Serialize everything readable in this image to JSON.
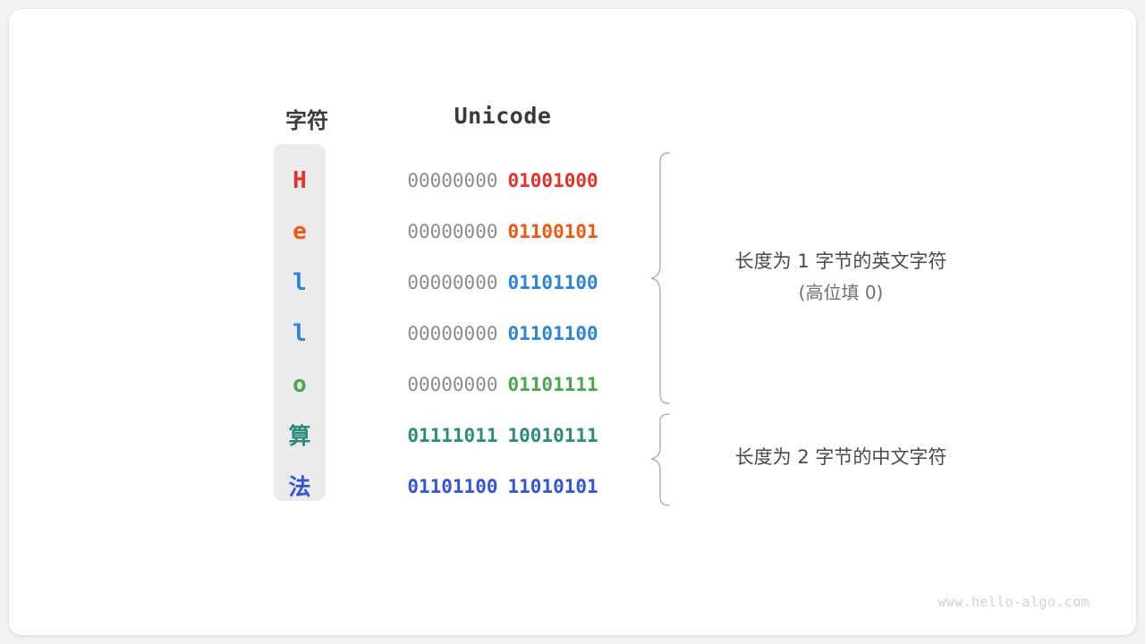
{
  "figure": {
    "headers": {
      "char": "字符",
      "unicode": "Unicode"
    },
    "watermark": "www.hello-algo.com",
    "colors": {
      "background": "#f2f2f2",
      "card": "#ffffff",
      "column_highlight": "#ebebeb",
      "high_byte": "#8c8c8c",
      "brace": "#b0b0b0",
      "header_text": "#3a3a3a",
      "annotation_text": "#4a4a4a",
      "watermark_text": "#d2d2d2"
    },
    "rows": [
      {
        "char": "H",
        "char_color": "#e8312a",
        "high_byte": "00000000",
        "low_byte": "01001000",
        "low_color": "#e8312a",
        "cjk": false
      },
      {
        "char": "e",
        "char_color": "#ec5a13",
        "high_byte": "00000000",
        "low_byte": "01100101",
        "low_color": "#ec5a13",
        "cjk": false
      },
      {
        "char": "l",
        "char_color": "#2e84d6",
        "high_byte": "00000000",
        "low_byte": "01101100",
        "low_color": "#2e84d6",
        "cjk": false
      },
      {
        "char": "l",
        "char_color": "#2e84d6",
        "high_byte": "00000000",
        "low_byte": "01101100",
        "low_color": "#2e84d6",
        "cjk": false
      },
      {
        "char": "o",
        "char_color": "#4ca64c",
        "high_byte": "00000000",
        "low_byte": "01101111",
        "low_color": "#4ca64c",
        "cjk": false
      },
      {
        "char": "算",
        "char_color": "#2e8b7a",
        "high_byte": "01111011",
        "low_byte": "10010111",
        "low_color": "#2e8b7a",
        "high_color": "#2e8b7a",
        "cjk": true
      },
      {
        "char": "法",
        "char_color": "#3355d8",
        "high_byte": "01101100",
        "low_byte": "11010101",
        "low_color": "#3355d8",
        "high_color": "#3355d8",
        "cjk": true
      }
    ],
    "annotations": [
      {
        "line1": "长度为 1 字节的英文字符",
        "line2": "(高位填 0)"
      },
      {
        "line1": "长度为 2 字节的中文字符",
        "line2": ""
      }
    ]
  }
}
